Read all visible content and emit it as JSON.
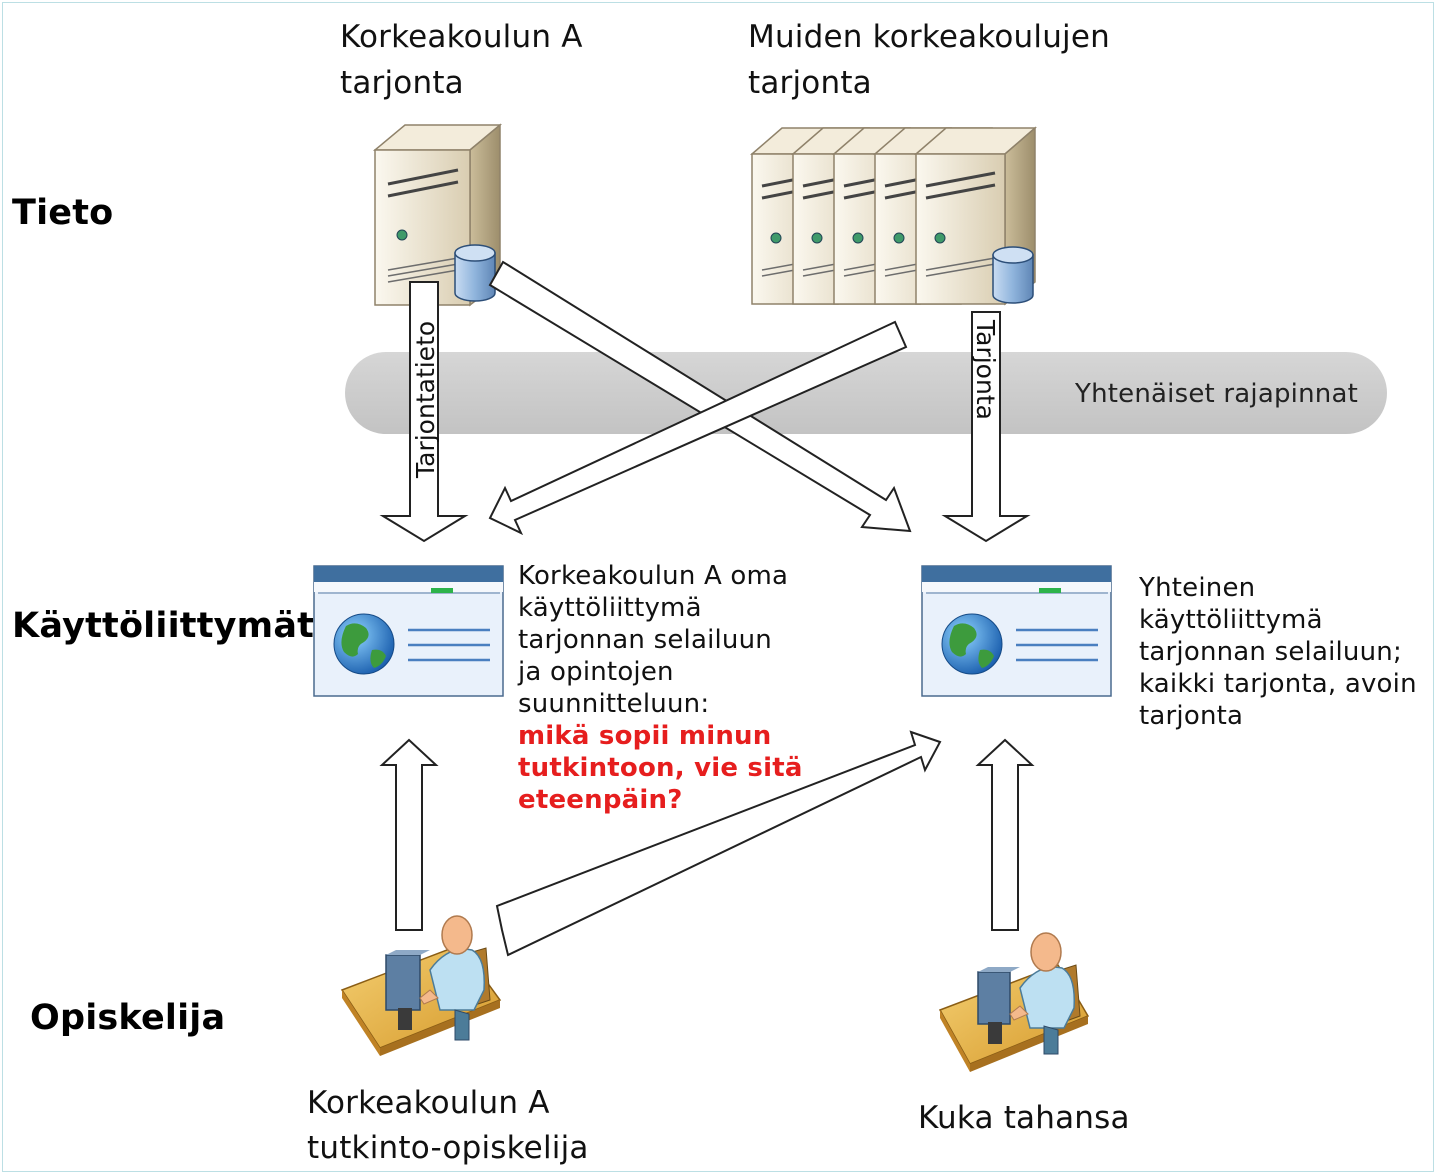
{
  "levels": {
    "tieto": "Tieto",
    "kayttoliittymat": "Käyttöliittymät",
    "opiskelija": "Opiskelija"
  },
  "servers": {
    "a_line1": "Korkeakoulun A",
    "a_line2": "tarjonta",
    "others_line1": "Muiden korkeakoulujen",
    "others_line2": "tarjonta"
  },
  "arrows": {
    "tarjontatieto": "Tarjontatieto",
    "tarjonta": "Tarjonta"
  },
  "interface_band": "Yhtenäiset rajapinnat",
  "ui_a_desc": [
    "Korkeakoulun A oma",
    "käyttöliittymä",
    "tarjonnan selailuun",
    "ja opintojen",
    "suunnitteluun:"
  ],
  "ui_a_question": [
    "mikä sopii minun",
    "tutkintoon, vie sitä",
    "eteenpäin?"
  ],
  "ui_common_desc": [
    "Yhteinen",
    "käyttöliittymä",
    "tarjonnan selailuun;",
    "kaikki tarjonta, avoin",
    "tarjonta"
  ],
  "users": {
    "a_line1": "Korkeakoulun A",
    "a_line2": "tutkinto-opiskelija",
    "anyone": "Kuka tahansa"
  },
  "colors": {
    "server_body": "#ece3cf",
    "band": "#cfcfcf",
    "browser_bar": "#3f6f9f",
    "db": "#a8c6e6",
    "question_red": "#e61e1e"
  }
}
